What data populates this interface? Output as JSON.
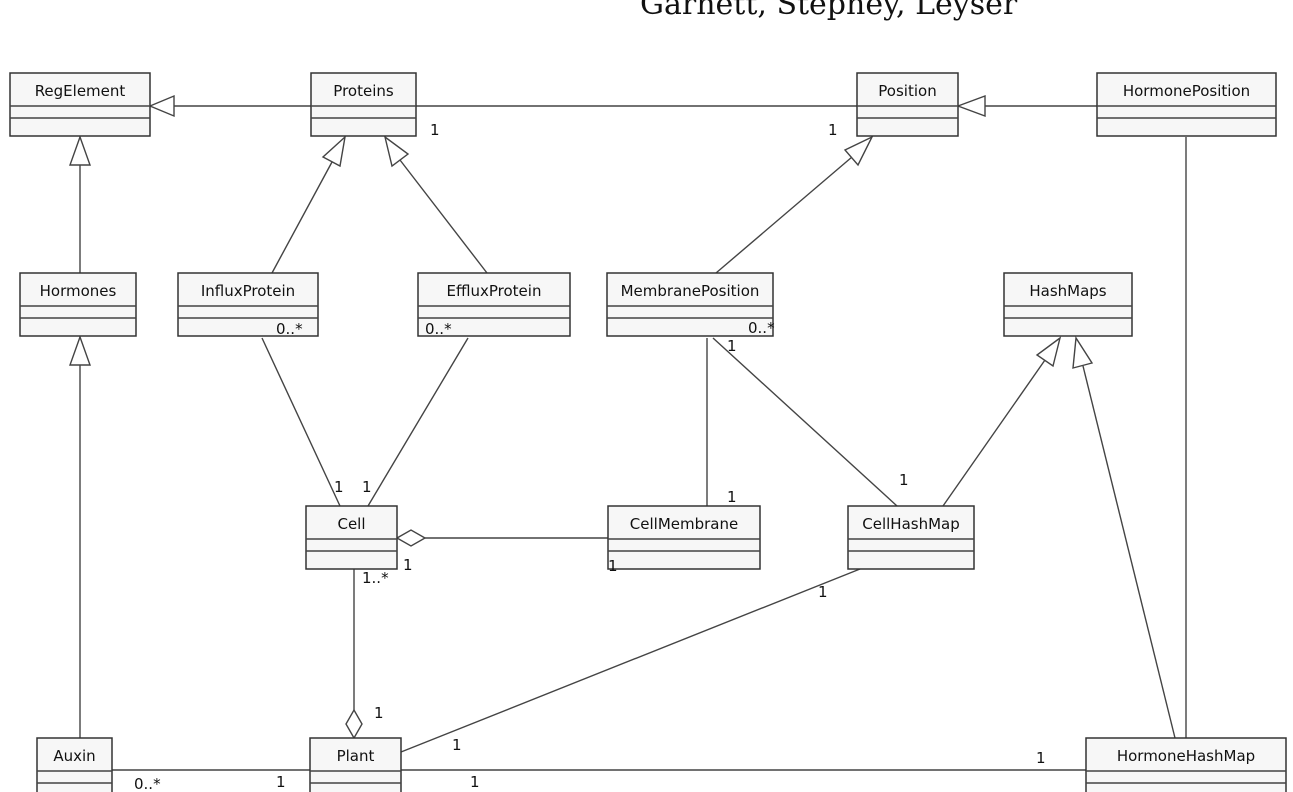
{
  "header_text": "Garnett, Stepney, Leyser",
  "classes": {
    "RegElement": "RegElement",
    "Proteins": "Proteins",
    "Position": "Position",
    "HormonePosition": "HormonePosition",
    "Hormones": "Hormones",
    "InfluxProtein": "InfluxProtein",
    "EffluxProtein": "EffluxProtein",
    "MembranePosition": "MembranePosition",
    "HashMaps": "HashMaps",
    "Cell": "Cell",
    "CellMembrane": "CellMembrane",
    "CellHashMap": "CellHashMap",
    "Auxin": "Auxin",
    "Plant": "Plant",
    "HormoneHashMap": "HormoneHashMap"
  },
  "multiplicities": {
    "proteins_position_proteins": "1",
    "proteins_position_position": "1",
    "influx_cell_influx": "0..*",
    "efflux_cell_efflux": "0..*",
    "influx_cell_cell": "1",
    "efflux_cell_cell": "1",
    "membranepos_cellmembrane_mp": "0..*",
    "membranepos_cellhashmap_mp": "1",
    "membranepos_cellmembrane_cm": "1",
    "membranepos_cellhashmap_chm": "1",
    "cell_cellmembrane_cell": "1",
    "cell_cellmembrane_cm": "1",
    "cell_plant_cell": "1..*",
    "cell_plant_plant": "1",
    "cellhashmap_plant_chm": "1",
    "cellhashmap_plant_plant": "1",
    "plant_hhm_plant": "1",
    "plant_hhm_hhm": "1",
    "auxin_plant_auxin": "0..*",
    "auxin_plant_plant": "1"
  }
}
